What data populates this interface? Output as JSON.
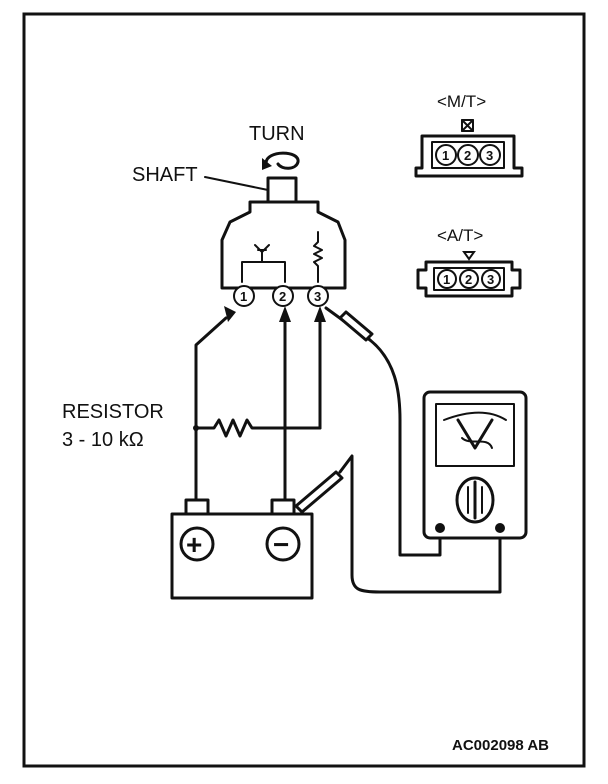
{
  "labels": {
    "turn": "TURN",
    "shaft": "SHAFT",
    "resistor": "RESISTOR",
    "resistance": "3 - 10 kΩ",
    "mt": "<M/T>",
    "at": "<A/T>",
    "figure_code": "AC002098 AB"
  },
  "sensor_pins": [
    "1",
    "2",
    "3"
  ],
  "mt_connector_pins": [
    "1",
    "2",
    "3"
  ],
  "at_connector_pins": [
    "1",
    "2",
    "3"
  ],
  "battery": {
    "positive_symbol": "+",
    "negative_symbol": "−"
  },
  "icons": {
    "turn_arrow": "rotate-arrow-icon",
    "resistor": "resistor-zigzag-icon",
    "voltmeter": "analog-voltmeter-icon",
    "mt_latch": "x-box-latch-icon",
    "at_latch": "triangle-latch-icon"
  }
}
